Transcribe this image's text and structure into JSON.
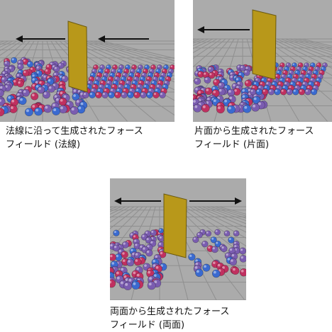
{
  "figures": [
    {
      "line1": "法線に沿って生成されたフォース",
      "line2": "フィールド (法線)"
    },
    {
      "line1": "片面から生成されたフォース",
      "line2": "フィールド (片面)"
    },
    {
      "line1": "両面から生成されたフォース",
      "line2": "フィールド (両面)"
    }
  ],
  "colors": {
    "viewport_bg": "#ababab",
    "grid": "#8f8f8f",
    "plane": "#b8981a",
    "sphere_red": "#c03060",
    "sphere_purple": "#7a5cb0",
    "sphere_blue": "#3a6ad0",
    "arrow": "#111111"
  },
  "icons": [
    "arrow-left-icon",
    "arrow-right-icon"
  ]
}
